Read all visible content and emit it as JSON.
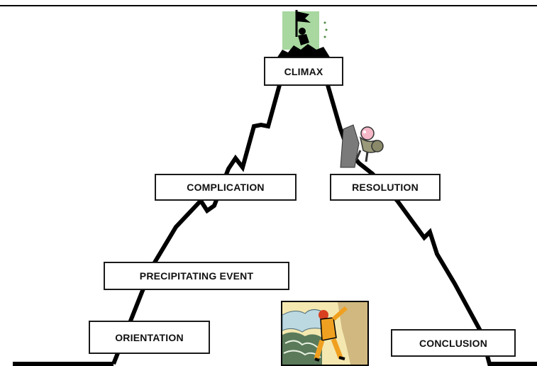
{
  "stages": {
    "climax": "CLIMAX",
    "complication": "COMPLICATION",
    "resolution": "RESOLUTION",
    "precipitating_event": "PRECIPITATING EVENT",
    "orientation": "ORIENTATION",
    "conclusion": "CONCLUSION"
  },
  "icons": {
    "summit": "flag-on-summit-icon",
    "descent": "descending-climber-icon",
    "ascent": "ascending-climber-icon"
  },
  "colors": {
    "line": "#000000",
    "summit_bg": "#a8d8a0",
    "climber_orange": "#f0a020",
    "climber_bg": "#f4e8b0",
    "rock": "#7a7a7a"
  }
}
